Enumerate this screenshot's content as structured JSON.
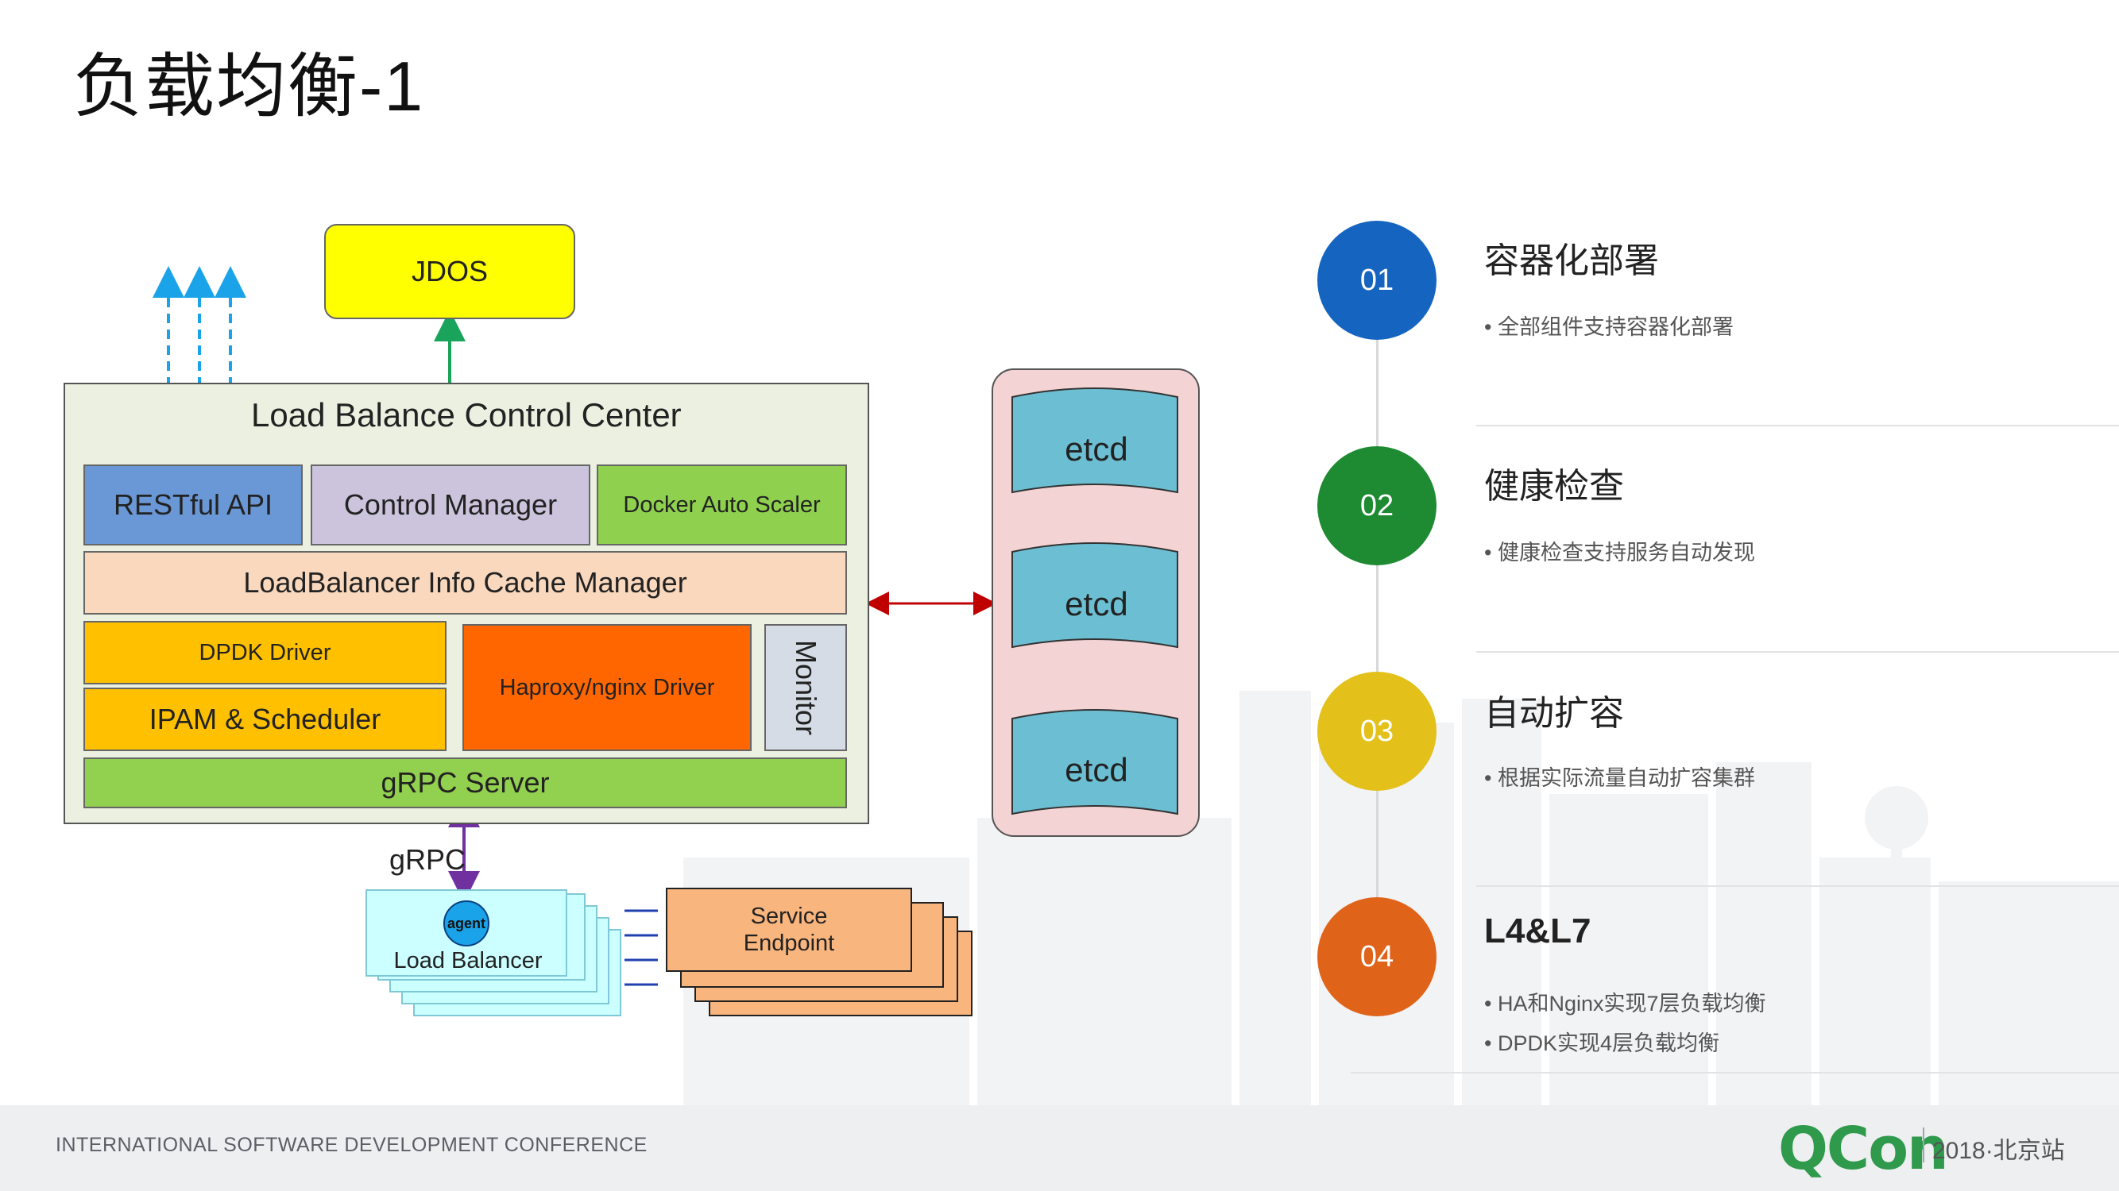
{
  "page_title": "负载均衡-1",
  "diagram": {
    "jdos": "JDOS",
    "control_center_title": "Load Balance Control Center",
    "restful_api": "RESTful API",
    "control_manager": "Control Manager",
    "docker_auto_scaler": "Docker Auto Scaler",
    "cache_manager": "LoadBalancer Info Cache Manager",
    "dpdk_driver": "DPDK Driver",
    "ipam_scheduler": "IPAM & Scheduler",
    "haproxy_driver": "Haproxy/nginx Driver",
    "monitor": "Monitor",
    "grpc_server": "gRPC Server",
    "grpc_label": "gRPC",
    "agent": "agent",
    "load_balancer": "Load Balancer",
    "service_endpoint_line1": "Service",
    "service_endpoint_line2": "Endpoint",
    "etcd_nodes": [
      "etcd",
      "etcd",
      "etcd"
    ]
  },
  "features": [
    {
      "number": "01",
      "color": "#1565c0",
      "title": "容器化部署",
      "bullets": [
        "全部组件支持容器化部署"
      ]
    },
    {
      "number": "02",
      "color": "#1e8a32",
      "title": "健康检查",
      "bullets": [
        "健康检查支持服务自动发现"
      ]
    },
    {
      "number": "03",
      "color": "#e3c01a",
      "title": "自动扩容",
      "bullets": [
        "根据实际流量自动扩容集群"
      ]
    },
    {
      "number": "04",
      "color": "#e0631a",
      "title": "L4&L7",
      "bullets": [
        "HA和Nginx实现7层负载均衡",
        "DPDK实现4层负载均衡"
      ]
    }
  ],
  "footer": {
    "conference": "INTERNATIONAL SOFTWARE DEVELOPMENT CONFERENCE",
    "logo": "QCon",
    "event": "2018·北京站"
  },
  "colors": {
    "restful": "#6a98d6",
    "control_manager": "#cbc4dc",
    "docker": "#8fd14f",
    "cache": "#f9d8bd",
    "dpdk": "#ffc000",
    "haproxy": "#ff6600",
    "monitor": "#d6dce5",
    "grpc": "#92d050",
    "etcd_bg": "#f3d3d4",
    "etcd": "#6cbfd3",
    "lb": "#ccffff",
    "endpoint": "#f8b57e"
  }
}
